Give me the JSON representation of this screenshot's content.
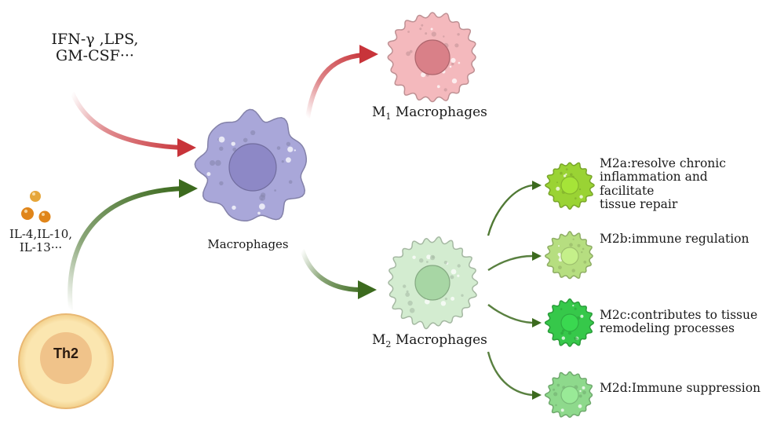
{
  "stimuli_m1": {
    "line1": "IFN-γ ,LPS,",
    "line2": "GM-CSF···"
  },
  "stimuli_m2": {
    "line1": "IL-4,IL-10,",
    "line2": "IL-13···"
  },
  "th2_cell": {
    "label": "Th2"
  },
  "macrophage": {
    "label": "Macrophages"
  },
  "m1": {
    "prefix": "M",
    "sub": "1",
    "suffix": " Macrophages"
  },
  "m2": {
    "prefix": "M",
    "sub": "2",
    "suffix": " Macrophages"
  },
  "subtypes": [
    {
      "lines": [
        "M2a:resolve chronic",
        "inflammation and facilitate",
        "tissue repair"
      ]
    },
    {
      "lines": [
        "M2b:immune regulation"
      ]
    },
    {
      "lines": [
        "M2c:contributes to tissue",
        "remodeling processes"
      ]
    },
    {
      "lines": [
        "M2d:Immune suppression"
      ]
    }
  ],
  "colors": {
    "red_arrow": "#c8343a",
    "green_arrow": "#3c6a1e",
    "macrophage_body": "#a9a7d9",
    "macrophage_nucleus": "#8d88c6",
    "m1_body": "#f4b9bd",
    "m1_nucleus": "#d98088",
    "m2_body": "#d3ecd0",
    "m2_nucleus": "#a7d6a4",
    "m2a": "#9ad334",
    "m2b": "#b6de80",
    "m2c": "#36c84a",
    "m2d": "#8ed98c",
    "th2_outer": "#f9e2a8",
    "th2_inner": "#f0c38a",
    "cytokine": "#e28a1c"
  }
}
